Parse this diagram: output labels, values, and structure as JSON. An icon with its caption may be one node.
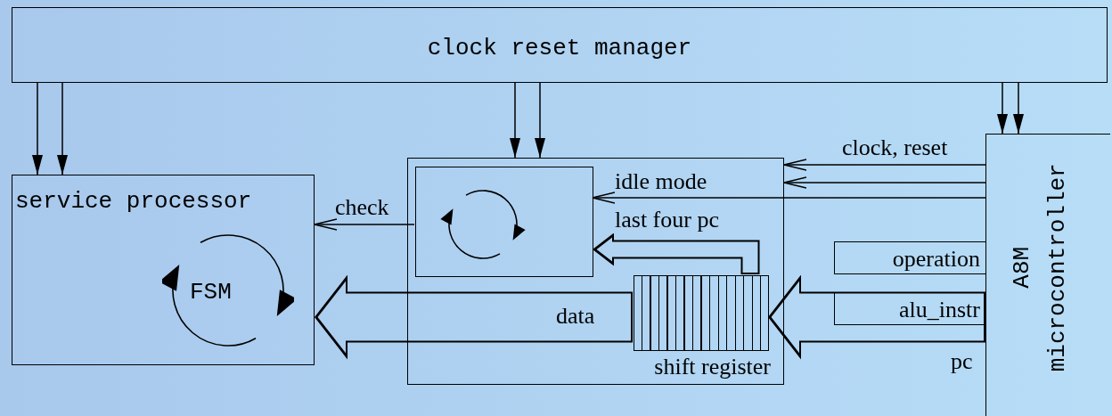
{
  "diagram": {
    "nodes": [
      {
        "text": [
          "clock reset manager"
        ]
      },
      {
        "text": [
          "service processor",
          "FSM"
        ]
      },
      {
        "text": [],
        "shape": "box"
      },
      {
        "text": [],
        "shape": "box",
        "in": 2
      },
      {
        "text": [
          "shift register"
        ],
        "in": 2
      },
      {
        "text": [
          "A8M microcontroller"
        ]
      },
      {
        "text": [
          "operation"
        ]
      },
      {
        "text": [
          "alu_instr"
        ]
      }
    ],
    "edges": [
      {
        "from": 0,
        "to": 1,
        "arrow": "to"
      },
      {
        "from": 0,
        "to": 1,
        "arrow": "to"
      },
      {
        "from": 0,
        "to": 2,
        "arrow": "to"
      },
      {
        "from": 0,
        "to": 2,
        "arrow": "to"
      },
      {
        "from": 0,
        "to": 5,
        "arrow": "to"
      },
      {
        "from": 0,
        "to": 5,
        "arrow": "to"
      },
      {
        "from": 5,
        "to": 2,
        "arrow": "to",
        "label": "clock, reset"
      },
      {
        "from": 5,
        "to": 2,
        "arrow": "to"
      },
      {
        "from": 5,
        "to": 3,
        "arrow": "to",
        "label": "idle mode"
      },
      {
        "from": 3,
        "to": 1,
        "arrow": "to",
        "label": "check"
      },
      {
        "from": 4,
        "to": 3,
        "arrow": "to",
        "label": "last four pc",
        "style": "thick"
      },
      {
        "from": 4,
        "to": 1,
        "arrow": "to",
        "label": "data",
        "style": "thick"
      },
      {
        "from": 5,
        "to": 4,
        "arrow": "to",
        "label": "pc",
        "style": "thick"
      }
    ]
  }
}
